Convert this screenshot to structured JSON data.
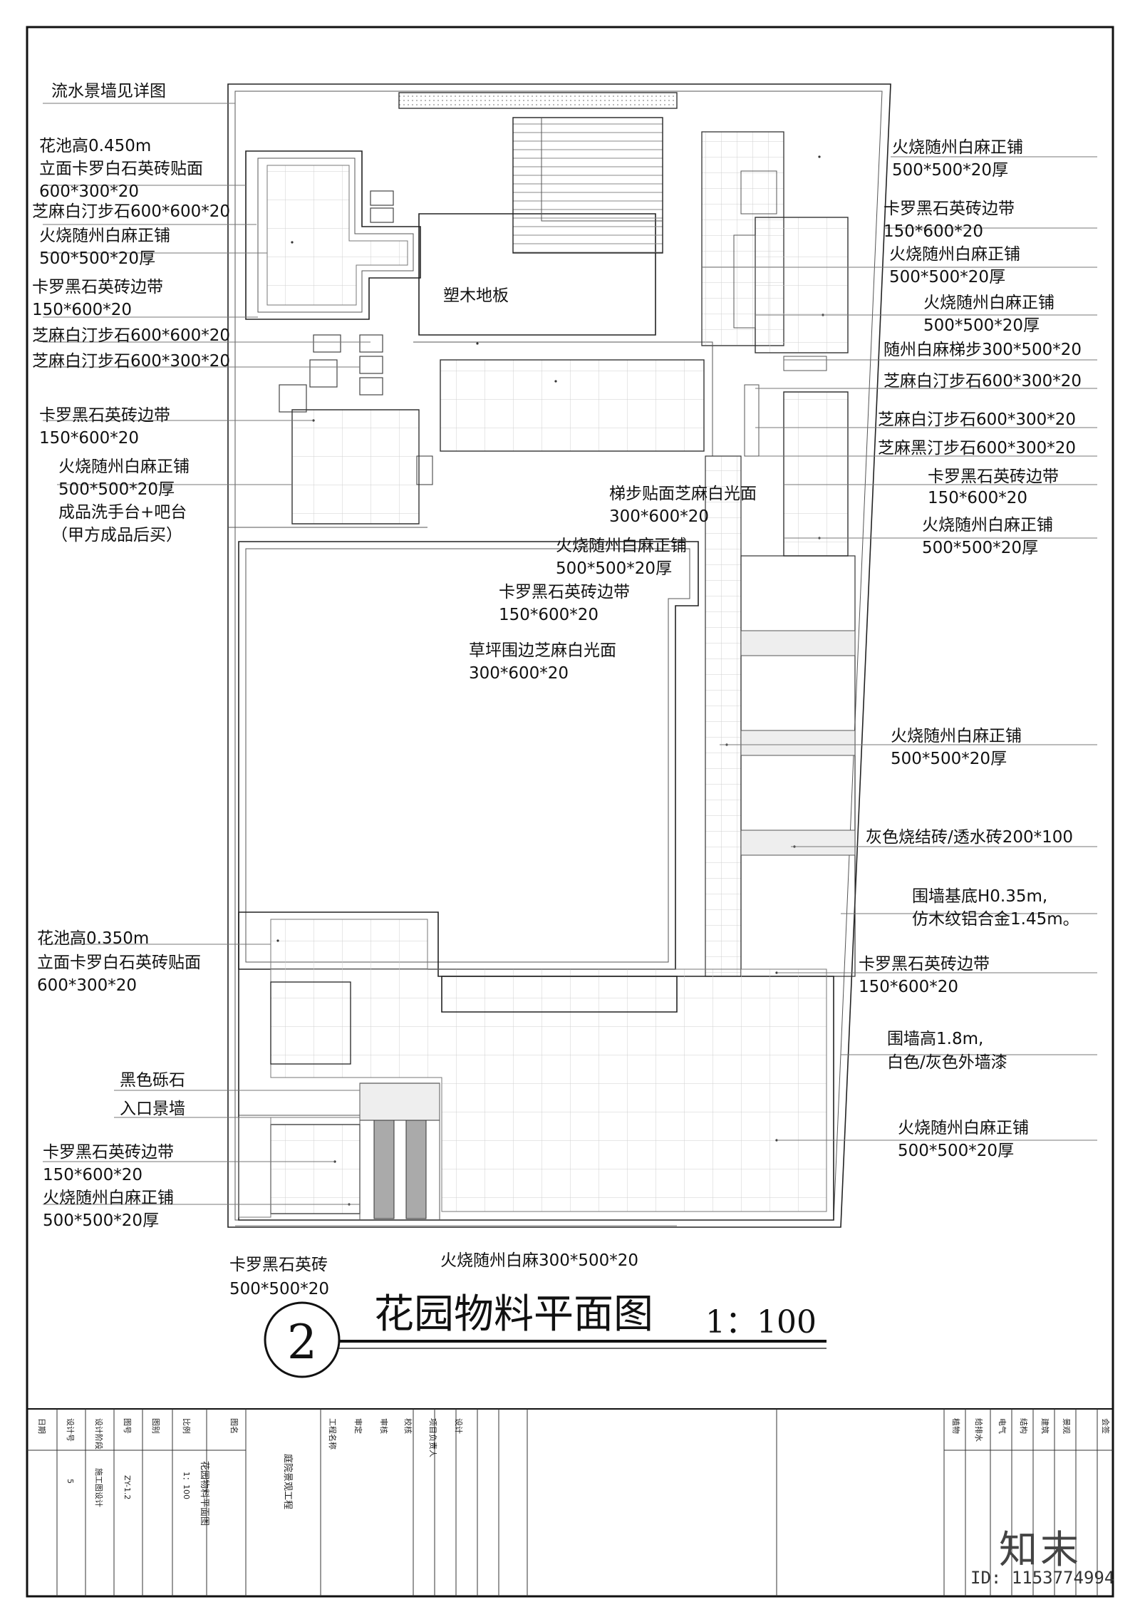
{
  "labels": [
    "流水景墙见详图",
    "花池高0.450m",
    "立面卡罗白石英砖贴面",
    "600*300*20",
    "芝麻白汀步石600*600*20",
    "火烧随州白麻正铺",
    "500*500*20厚",
    "卡罗黑石英砖边带",
    "150*600*20",
    "芝麻白汀步石600*600*20",
    "芝麻白汀步石600*300*20",
    "卡罗黑石英砖边带",
    "150*600*20",
    "火烧随州白麻正铺",
    "500*500*20厚",
    "成品洗手台+吧台",
    "（甲方成品后买）",
    "塑木地板",
    "梯步贴面芝麻白光面",
    "300*600*20",
    "火烧随州白麻正铺",
    "500*500*20厚",
    "卡罗黑石英砖边带",
    "150*600*20",
    "草坪围边芝麻白光面",
    "300*600*20",
    "火烧随州白麻正铺",
    "500*500*20厚",
    "卡罗黑石英砖边带",
    "150*600*20",
    "火烧随州白麻正铺",
    "500*500*20厚",
    "火烧随州白麻正铺",
    "500*500*20厚",
    "随州白麻梯步300*500*20",
    "芝麻白汀步石600*300*20",
    "芝麻白汀步石600*300*20",
    "芝麻黑汀步石600*300*20",
    "卡罗黑石英砖边带",
    "150*600*20",
    "火烧随州白麻正铺",
    "500*500*20厚",
    "火烧随州白麻正铺",
    "500*500*20厚",
    "灰色烧结砖/透水砖200*100",
    "围墙基底H0.35m,",
    "仿木纹铝合金1.45m。",
    "花池高0.350m",
    "立面卡罗白石英砖贴面",
    "600*300*20",
    "卡罗黑石英砖边带",
    "150*600*20",
    "围墙高1.8m,",
    "白色/灰色外墙漆",
    "黑色砾石",
    "入口景墙",
    "火烧随州白麻正铺",
    "500*500*20厚",
    "卡罗黑石英砖边带",
    "150*600*20",
    "火烧随州白麻正铺",
    "500*500*20厚",
    "卡罗黑石英砖",
    "500*500*20",
    "火烧随州白麻300*500*20"
  ],
  "title": {
    "number": "2",
    "text": "花园物料平面图",
    "scale": "1：100"
  },
  "titleblock": {
    "date_label": "日期",
    "design_no_label": "设计号",
    "design_no_value": "5",
    "stage_label": "设计阶段",
    "stage_value": "施工图设计",
    "drawing_no_label": "图号",
    "drawing_no_value": "ZY-1.2",
    "category_label": "图别",
    "scale_label": "比例",
    "scale_value": "1：100",
    "name_label": "图名",
    "name_value": "花园物料平面图",
    "project_label": "工程名称",
    "project_value": "庭院景观工程",
    "approve_label": "审定",
    "review_label": "审核",
    "check_label": "校核",
    "lead_label": "项目负责人",
    "design_label": "设计",
    "plant_label": "植物",
    "water_label": "给排水",
    "electric_label": "电气",
    "struct_label": "结构",
    "arch_label": "建筑",
    "land_label": "景观",
    "sign_label": "会签"
  },
  "brand": "知末",
  "image_id": "ID: 1153774994"
}
